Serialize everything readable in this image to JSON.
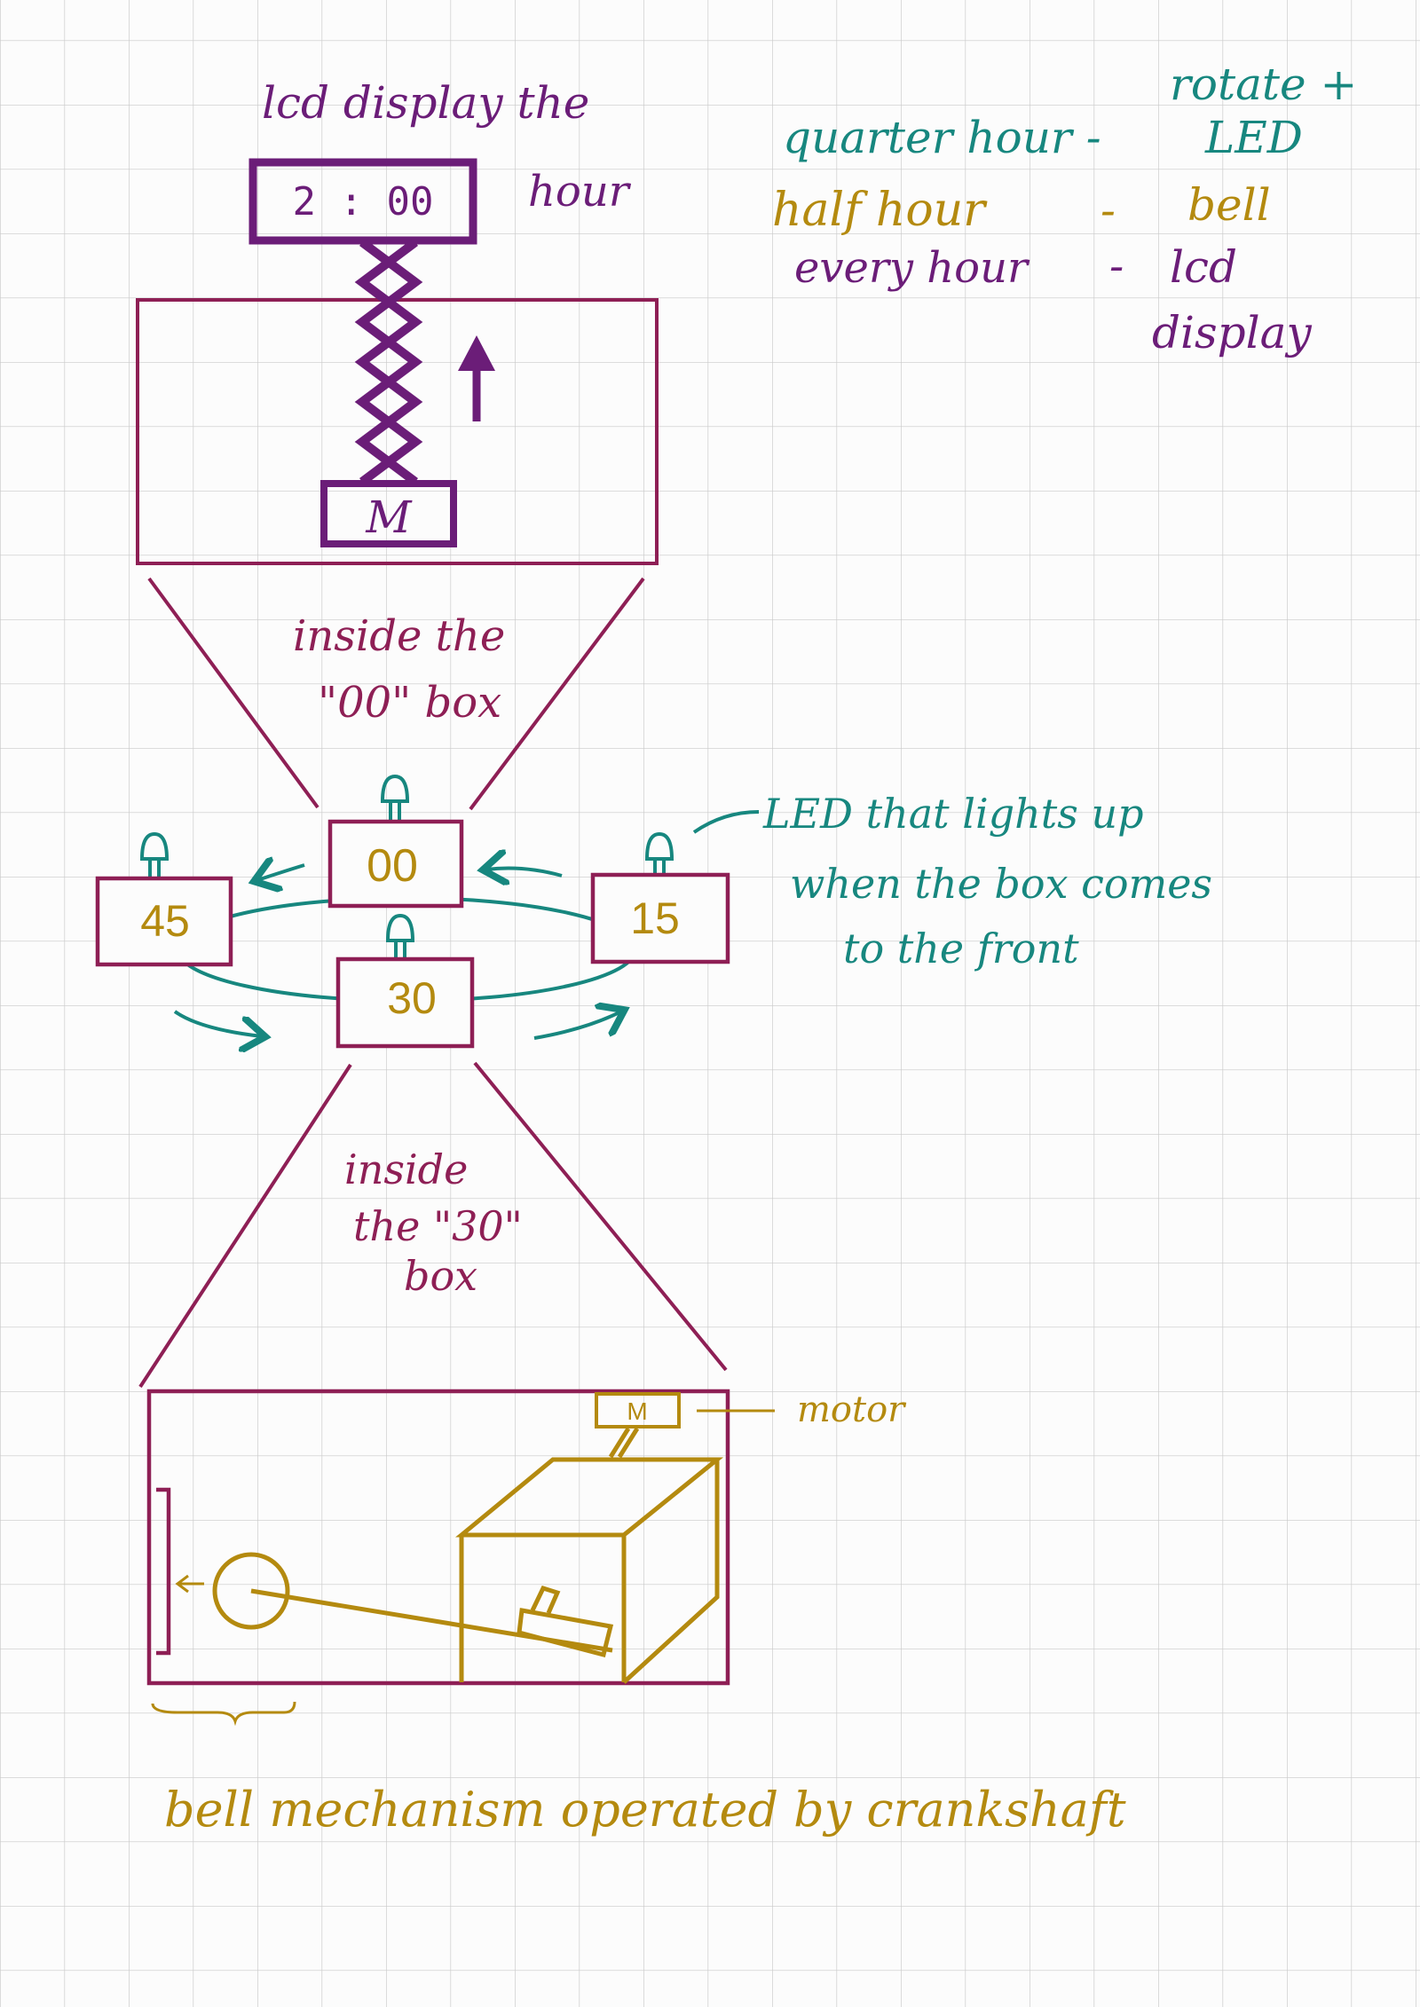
{
  "colors": {
    "paper": "#fcfcfc",
    "grid": "#c9c9c9",
    "purple": "#6b1d78",
    "magenta": "#8e1f55",
    "teal": "#17877f",
    "gold": "#b48a0f"
  },
  "lcd": {
    "caption_line1": "lcd display the",
    "caption_line2": "hour",
    "display_text": "2 : 00",
    "motor_label": "M"
  },
  "legend": {
    "quarter_label": "quarter hour -",
    "quarter_action_line1": "rotate +",
    "quarter_action_line2": "LED",
    "half_label": "half hour",
    "half_dash": "-",
    "half_action": "bell",
    "every_label": "every hour",
    "every_dash": "-",
    "every_action_line1": "lcd",
    "every_action_line2": "display"
  },
  "zoom_top": {
    "line1": "inside the",
    "line2": "\"00\" box"
  },
  "boxes": {
    "b00": "00",
    "b15": "15",
    "b30": "30",
    "b45": "45"
  },
  "led_note": {
    "line1": "LED that lights up",
    "line2": "when the box comes",
    "line3": "to the front"
  },
  "zoom_bottom": {
    "line1": "inside",
    "line2": "the \"30\"",
    "line3": "box"
  },
  "bell": {
    "motor_label": "M",
    "motor_note": "motor",
    "caption": "bell mechanism operated by crankshaft"
  }
}
